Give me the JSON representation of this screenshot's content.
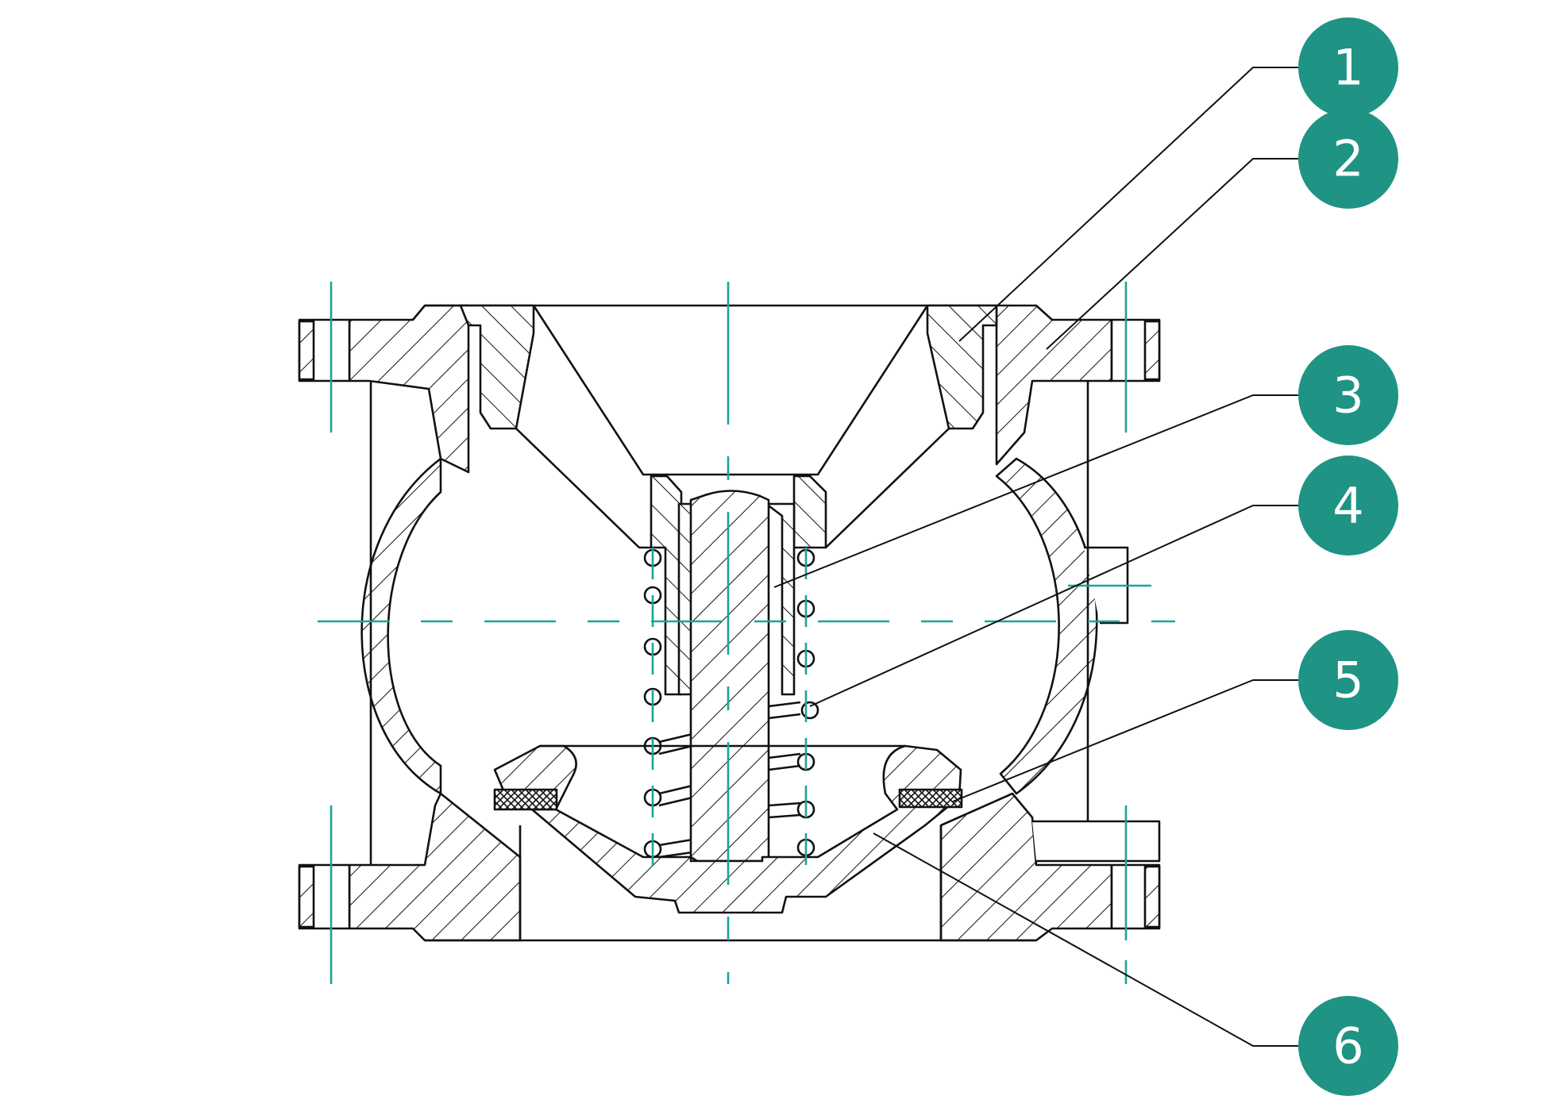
{
  "colors": {
    "accent": "#1f9384",
    "axis": "#1aa59a",
    "ink": "#111111",
    "background": "#ffffff"
  },
  "callouts": [
    {
      "label": "1"
    },
    {
      "label": "2"
    },
    {
      "label": "3"
    },
    {
      "label": "4"
    },
    {
      "label": "5"
    },
    {
      "label": "6"
    }
  ]
}
